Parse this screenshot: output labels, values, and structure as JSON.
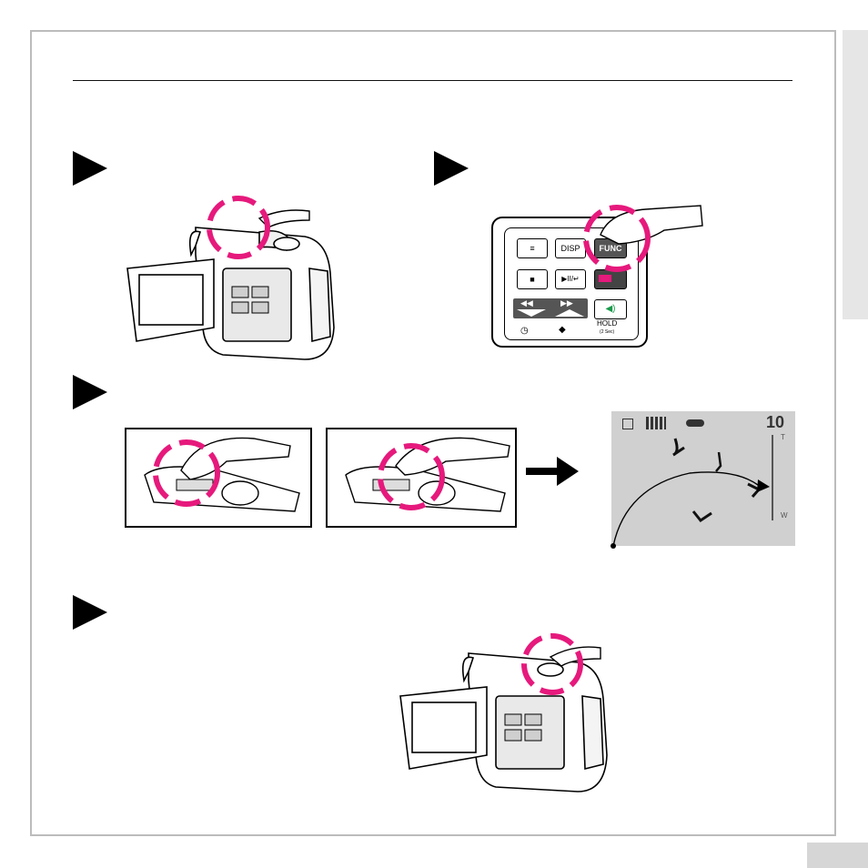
{
  "page": {
    "number": ""
  },
  "remote": {
    "buttons": [
      {
        "id": "menu",
        "label": ""
      },
      {
        "id": "disp",
        "label": "DISP"
      },
      {
        "id": "func",
        "label": "FUNC"
      },
      {
        "id": "stop",
        "label": "■"
      },
      {
        "id": "play",
        "label": "▶II/↵"
      },
      {
        "id": "red",
        "label": ""
      },
      {
        "id": "rew",
        "label": "◀◀"
      },
      {
        "id": "ffw",
        "label": "▶▶"
      },
      {
        "id": "vol",
        "label": ""
      }
    ],
    "hold_label": "HOLD",
    "hold_sub": "(2 Sec)"
  },
  "lcd": {
    "frame_count": "10",
    "zoom_top": "T",
    "zoom_bottom": "W"
  },
  "colors": {
    "highlight": "#e6197c",
    "lcd_bg": "#d0d0d0",
    "frame": "#bcbcbc"
  }
}
